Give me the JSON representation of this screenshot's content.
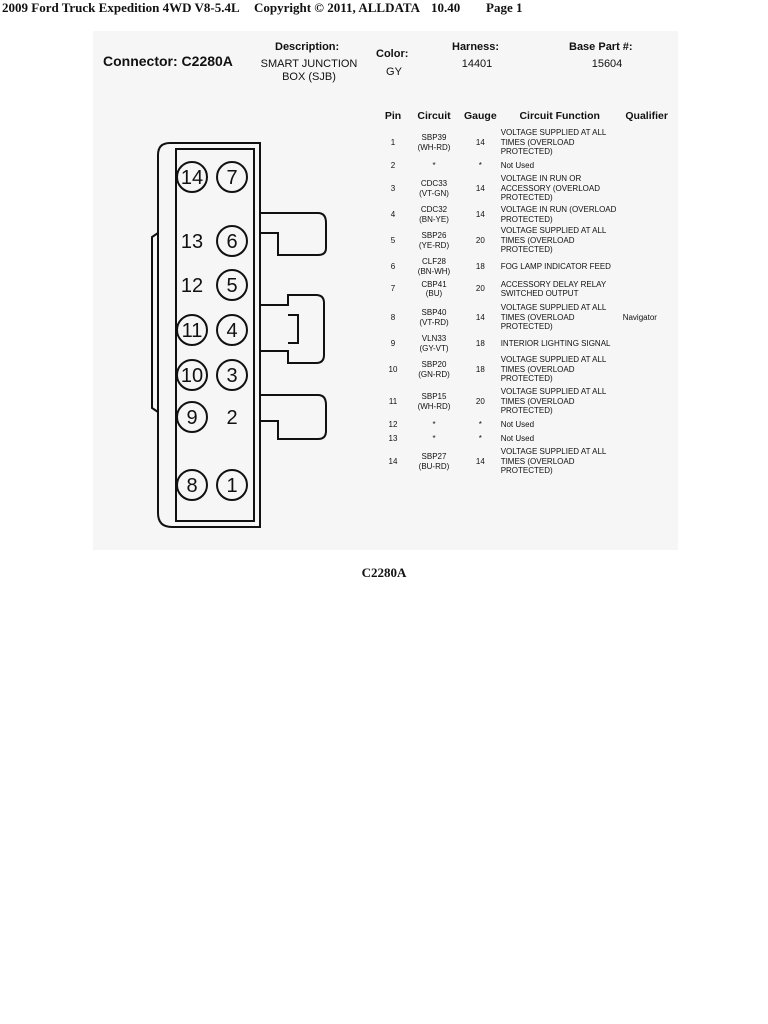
{
  "header": {
    "vehicle": "2009 Ford Truck Expedition 4WD V8-5.4L",
    "copyright": "Copyright © 2011, ALLDATA",
    "version": "10.40",
    "page": "Page 1"
  },
  "connector": {
    "title": "Connector: C2280A",
    "description_label": "Description:",
    "description_line1": "SMART JUNCTION",
    "description_line2": "BOX (SJB)",
    "color_label": "Color:",
    "color_value": "GY",
    "harness_label": "Harness:",
    "harness_value": "14401",
    "base_part_label": "Base Part #:",
    "base_part_value": "15604"
  },
  "diagram": {
    "left_column": [
      "14",
      "13",
      "12",
      "11",
      "10",
      "9",
      "8"
    ],
    "right_column": [
      "7",
      "6",
      "5",
      "4",
      "3",
      "2",
      "1"
    ],
    "circled": [
      "14",
      "7",
      "6",
      "5",
      "11",
      "4",
      "10",
      "3",
      "9",
      "8",
      "1"
    ]
  },
  "table": {
    "headers": [
      "Pin",
      "Circuit",
      "Gauge",
      "Circuit Function",
      "Qualifier"
    ],
    "rows": [
      {
        "pin": "1",
        "circuit": "SBP39\n(WH-RD)",
        "gauge": "14",
        "function": "VOLTAGE SUPPLIED AT ALL TIMES (OVERLOAD PROTECTED)",
        "qualifier": ""
      },
      {
        "pin": "2",
        "circuit": "*",
        "gauge": "*",
        "function": "Not Used",
        "qualifier": ""
      },
      {
        "pin": "3",
        "circuit": "CDC33\n(VT-GN)",
        "gauge": "14",
        "function": "VOLTAGE IN RUN OR ACCESSORY (OVERLOAD PROTECTED)",
        "qualifier": ""
      },
      {
        "pin": "4",
        "circuit": "CDC32\n(BN-YE)",
        "gauge": "14",
        "function": "VOLTAGE IN RUN (OVERLOAD PROTECTED)",
        "qualifier": ""
      },
      {
        "pin": "5",
        "circuit": "SBP26\n(YE-RD)",
        "gauge": "20",
        "function": "VOLTAGE SUPPLIED AT ALL TIMES (OVERLOAD PROTECTED)",
        "qualifier": ""
      },
      {
        "pin": "6",
        "circuit": "CLF28\n(BN-WH)",
        "gauge": "18",
        "function": "FOG LAMP INDICATOR FEED",
        "qualifier": ""
      },
      {
        "pin": "7",
        "circuit": "CBP41\n(BU)",
        "gauge": "20",
        "function": "ACCESSORY DELAY RELAY SWITCHED OUTPUT",
        "qualifier": ""
      },
      {
        "pin": "8",
        "circuit": "SBP40\n(VT-RD)",
        "gauge": "14",
        "function": "VOLTAGE SUPPLIED AT ALL TIMES (OVERLOAD PROTECTED)",
        "qualifier": "Navigator"
      },
      {
        "pin": "9",
        "circuit": "VLN33\n(GY-VT)",
        "gauge": "18",
        "function": "INTERIOR LIGHTING SIGNAL",
        "qualifier": ""
      },
      {
        "pin": "10",
        "circuit": "SBP20\n(GN-RD)",
        "gauge": "18",
        "function": "VOLTAGE SUPPLIED AT ALL TIMES (OVERLOAD PROTECTED)",
        "qualifier": ""
      },
      {
        "pin": "11",
        "circuit": "SBP15\n(WH-RD)",
        "gauge": "20",
        "function": "VOLTAGE SUPPLIED AT ALL TIMES (OVERLOAD PROTECTED)",
        "qualifier": ""
      },
      {
        "pin": "12",
        "circuit": "*",
        "gauge": "*",
        "function": "Not Used",
        "qualifier": ""
      },
      {
        "pin": "13",
        "circuit": "*",
        "gauge": "*",
        "function": "Not Used",
        "qualifier": ""
      },
      {
        "pin": "14",
        "circuit": "SBP27\n(BU-RD)",
        "gauge": "14",
        "function": "VOLTAGE SUPPLIED AT ALL TIMES (OVERLOAD PROTECTED)",
        "qualifier": ""
      }
    ]
  },
  "caption": "C2280A"
}
